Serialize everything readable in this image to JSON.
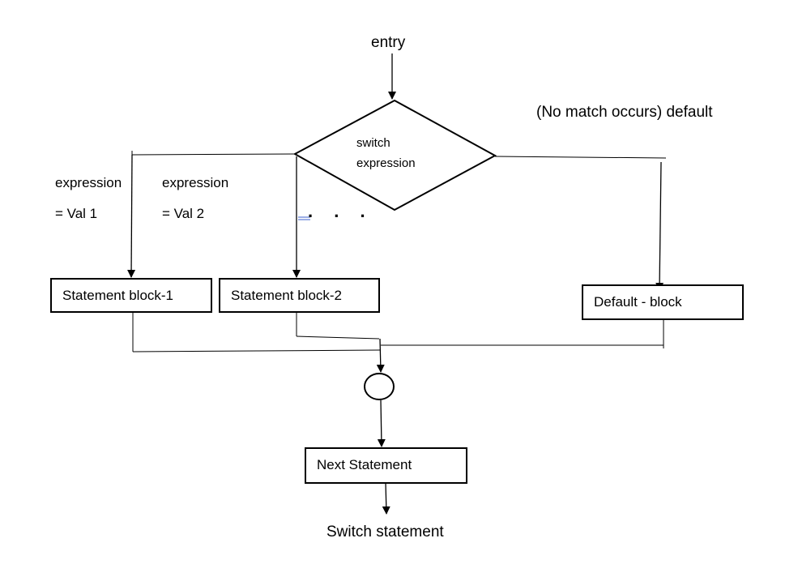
{
  "entry_label": "entry",
  "decision": {
    "line1": "switch",
    "line2": "expression"
  },
  "default_condition": "(No match occurs) default",
  "case1": {
    "line1": "expression",
    "line2": "= Val 1"
  },
  "case2": {
    "line1": "expression",
    "line2": "= Val 2"
  },
  "ellipsis": ". . .",
  "blocks": {
    "block1": "Statement block-1",
    "block2": "Statement block-2",
    "default": "Default - block",
    "next": "Next Statement"
  },
  "caption": "Switch statement"
}
